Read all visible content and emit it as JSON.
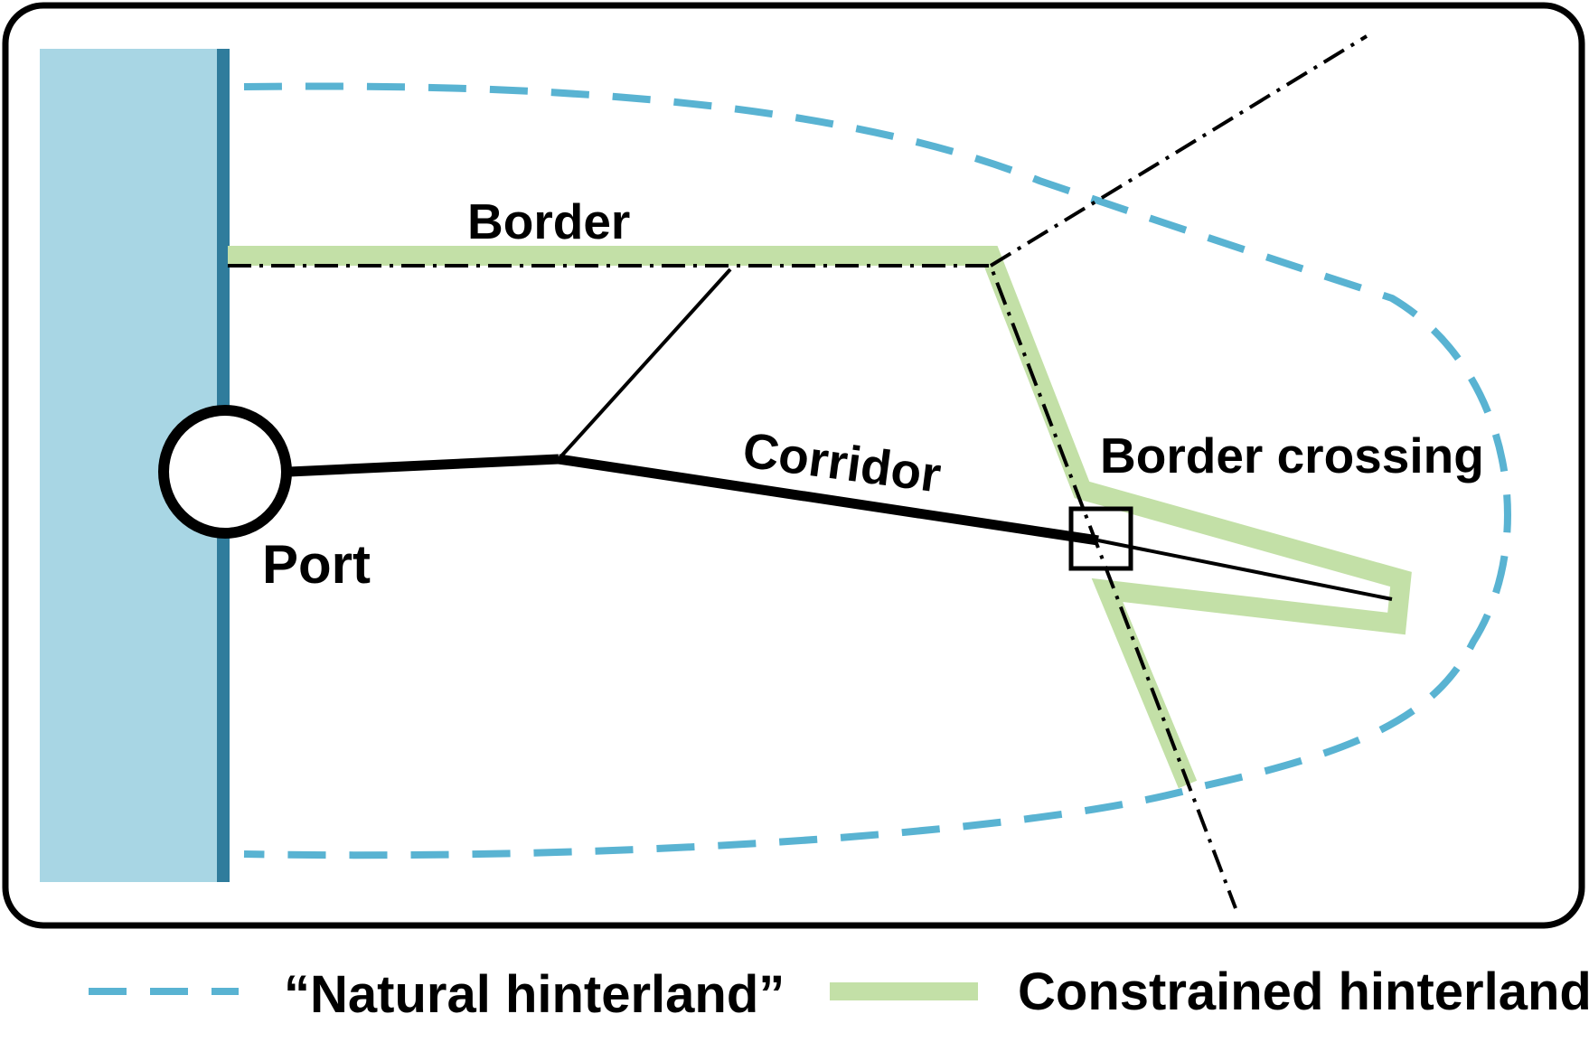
{
  "labels": {
    "border": "Border",
    "corridor": "Corridor",
    "border_crossing": "Border crossing",
    "port": "Port"
  },
  "legend": {
    "natural_hinterland": "“Natural hinterland”",
    "constrained_hinterland": "Constrained hinterland"
  },
  "colors": {
    "sea_fill": "#a8d6e4",
    "coastline": "#2f7c9c",
    "natural_hinterland": "#59b3d2",
    "constrained_hinterland": "#c3e0a7",
    "ink": "#000000"
  }
}
